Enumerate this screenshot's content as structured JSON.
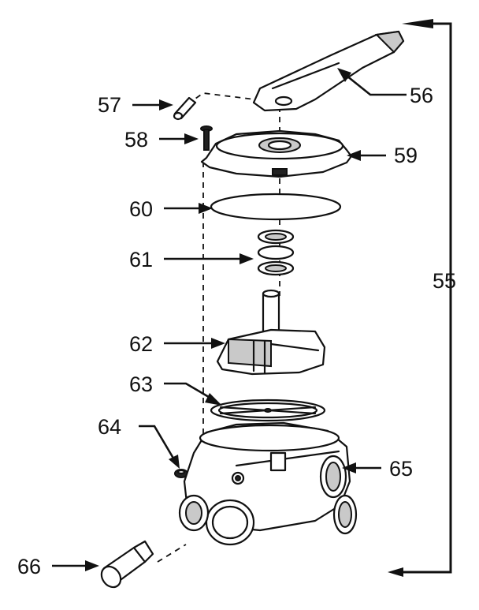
{
  "callouts": {
    "c55": "55",
    "c56": "56",
    "c57": "57",
    "c58": "58",
    "c59": "59",
    "c60": "60",
    "c61": "61",
    "c62": "62",
    "c63": "63",
    "c64": "64",
    "c65": "65",
    "c66": "66"
  }
}
